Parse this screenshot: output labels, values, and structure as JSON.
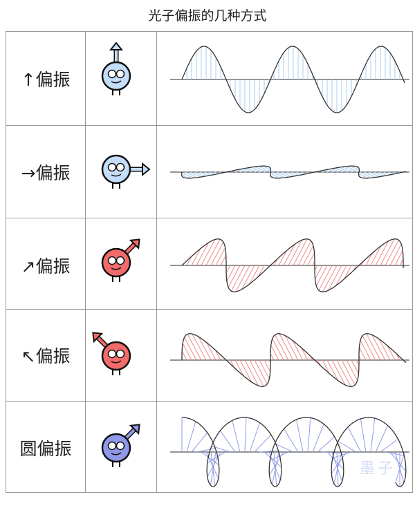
{
  "title": "光子偏振的几种方式",
  "rows": [
    {
      "label": "↑偏振",
      "type": "vertical",
      "color": "#a9cdf0",
      "body": "#c4defa"
    },
    {
      "label": "→偏振",
      "type": "horizontal",
      "color": "#a9cdf0",
      "body": "#c4defa"
    },
    {
      "label": "↗偏振",
      "type": "diag-right",
      "color": "#f08a8a",
      "body": "#f26b6b"
    },
    {
      "label": "↖偏振",
      "type": "diag-left",
      "color": "#f08a8a",
      "body": "#f26b6b"
    },
    {
      "label": "圆偏振",
      "type": "circular",
      "color": "#8f9be6",
      "body": "#9098ea"
    }
  ],
  "watermark": "墨子"
}
